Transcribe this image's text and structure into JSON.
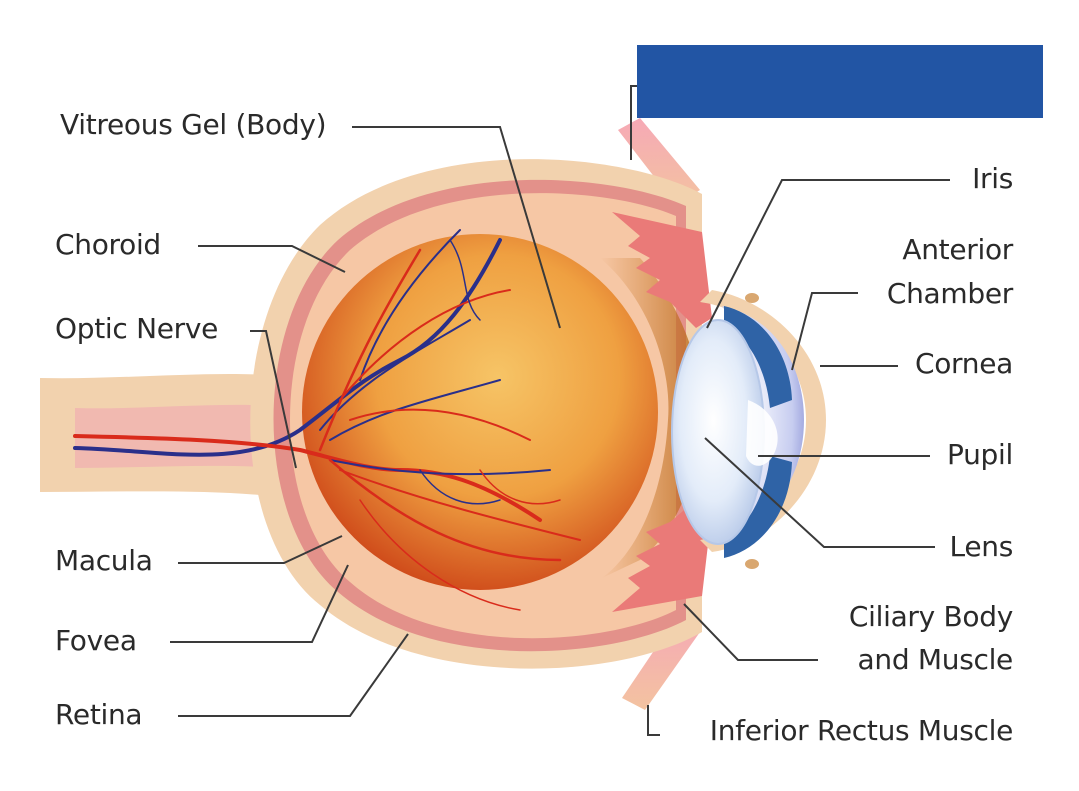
{
  "colors": {
    "sclera": "#f2d2ae",
    "choroid": "#e3918a",
    "vitreous_center": "#f4b857",
    "vitreous_edge": "#cf4a1a",
    "iris": "#2f63a6",
    "lens": "#dfe9f8",
    "artery": "#d92b1b",
    "vein": "#2a2f8a",
    "leader": "#3a3a3a",
    "redaction": "#2255a4"
  },
  "labels": {
    "vitreous_gel": "Vitreous Gel (Body)",
    "choroid": "Choroid",
    "optic_nerve": "Optic Nerve",
    "macula": "Macula",
    "fovea": "Fovea",
    "retina": "Retina",
    "iris": "Iris",
    "anterior_chamber_line1": "Anterior",
    "anterior_chamber_line2": "Chamber",
    "cornea": "Cornea",
    "pupil": "Pupil",
    "lens": "Lens",
    "ciliary_line1": "Ciliary Body",
    "ciliary_line2": "and Muscle",
    "inferior_rectus": "Inferior Rectus Muscle"
  }
}
